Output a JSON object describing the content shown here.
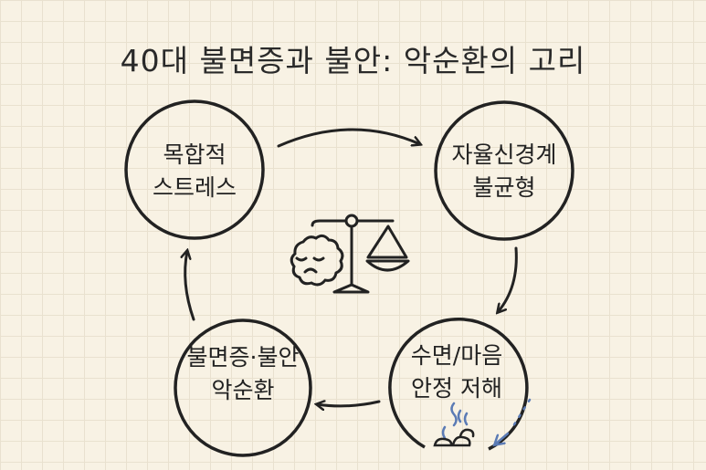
{
  "title": "40대 불면증과 불안: 악순환의 고리",
  "nodes": [
    {
      "line1": "목합적",
      "line2": "스트레스"
    },
    {
      "line1": "자율신경계",
      "line2": "불균형"
    },
    {
      "line1": "수면/마음",
      "line2": "안정 저해"
    },
    {
      "line1": "불면증·불안",
      "line2": "악순환"
    }
  ],
  "colors": {
    "ink": "#222222",
    "accent": "#5b7bb5",
    "background": "#f8f2e4"
  }
}
